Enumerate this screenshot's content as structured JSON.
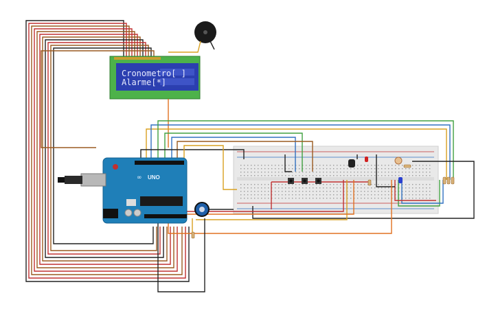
{
  "lcd": {
    "line1": "Cronometro[ ]",
    "line2": "Alarme[*]",
    "colors": {
      "board": "#4db24a",
      "screen": "#2b3fb0",
      "pixel": "#3e54c7"
    }
  },
  "arduino": {
    "logo": "UNO",
    "board_color": "#1f7fb8",
    "icon": "arduino-infinity-icon"
  },
  "breadboard": {
    "color": "#e9e9e9"
  },
  "components": {
    "buzzer": "buzzer-icon",
    "potentiometer": "potentiometer-icon",
    "push_buttons": 3,
    "leds": [
      "red",
      "blue"
    ],
    "resistors": 6,
    "photoresistor": "ldr-icon",
    "temperature_sensor": "tmp-sensor-icon"
  },
  "wire_colors": [
    "#c03030",
    "#d9a020",
    "#3070c0",
    "#40a040",
    "#9a5a20",
    "#222222",
    "#e07020"
  ]
}
